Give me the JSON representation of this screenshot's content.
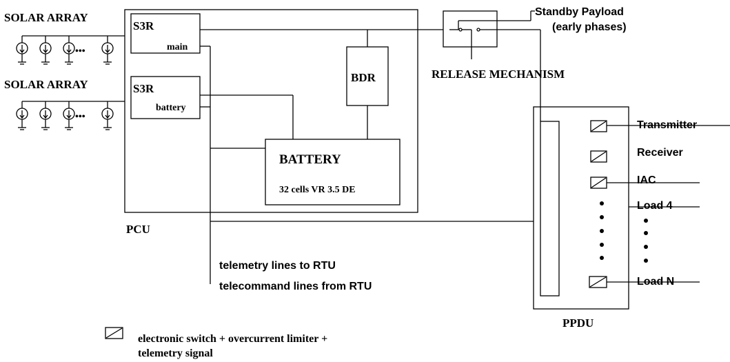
{
  "labels": {
    "solar_array_1": "SOLAR ARRAY",
    "solar_array_2": "SOLAR ARRAY",
    "s3r_main_title": "S3R",
    "s3r_main_sub": "main",
    "s3r_batt_title": "S3R",
    "s3r_batt_sub": "battery",
    "bdr": "BDR",
    "battery": "BATTERY",
    "battery_cells": "32 cells VR 3.5 DE",
    "pcu": "PCU",
    "standby_payload_1": "Standby Payload",
    "standby_payload_2": "(early phases)",
    "release_mechanism": "RELEASE MECHANISM",
    "telemetry": "telemetry lines to RTU",
    "telecommand": "telecommand lines from RTU",
    "ppdu": "PPDU",
    "dots": "•••"
  },
  "loads": [
    {
      "label": "Transmitter"
    },
    {
      "label": "Receiver"
    },
    {
      "label": "IAC"
    },
    {
      "label": "Load 4"
    },
    {
      "label": "Load N"
    }
  ],
  "legend": {
    "line1": "electronic switch + overcurrent limiter +",
    "line2": "telemetry signal"
  }
}
